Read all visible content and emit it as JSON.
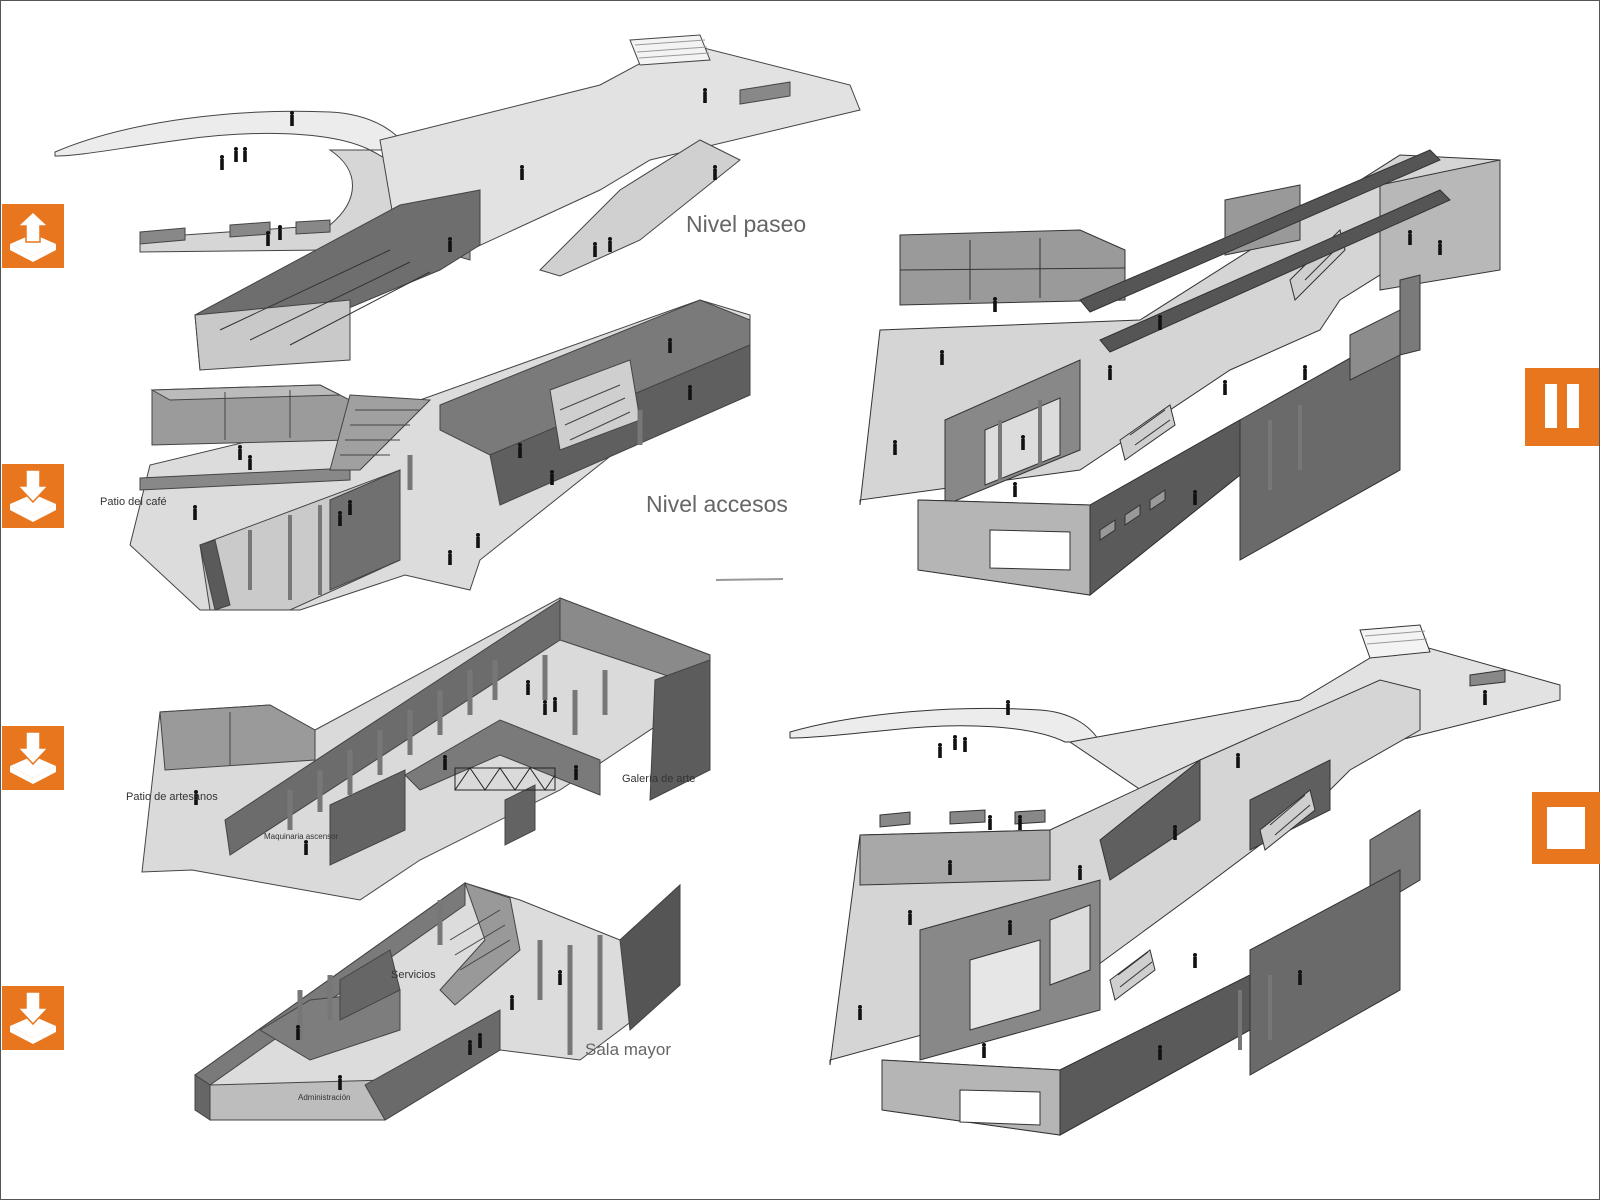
{
  "labels": {
    "nivel_paseo": "Nivel paseo",
    "nivel_accesos": "Nivel accesos",
    "patio_cafe": "Patio del café",
    "galeria_arte": "Galería de arte",
    "patio_artesanos": "Patio de artesanos",
    "maquinaria_ascensor": "Maquinaria ascensor",
    "servicios": "Servicios",
    "sala_mayor": "Sala mayor",
    "administracion": "Administración"
  },
  "level_icons": [
    {
      "name": "level-up-icon",
      "direction": "up"
    },
    {
      "name": "level-down-icon",
      "direction": "down"
    },
    {
      "name": "level-down-icon",
      "direction": "down"
    },
    {
      "name": "level-down-icon",
      "direction": "down"
    }
  ],
  "view_icons": [
    {
      "name": "pause-view-icon"
    },
    {
      "name": "stop-view-icon"
    }
  ],
  "colors": {
    "accent": "#E8761E",
    "floor": "#d9d9d9",
    "wall_dark": "#5a5a5a",
    "wall_mid": "#8c8c8c",
    "wall_light": "#b3b3b3",
    "edge": "#333333"
  }
}
